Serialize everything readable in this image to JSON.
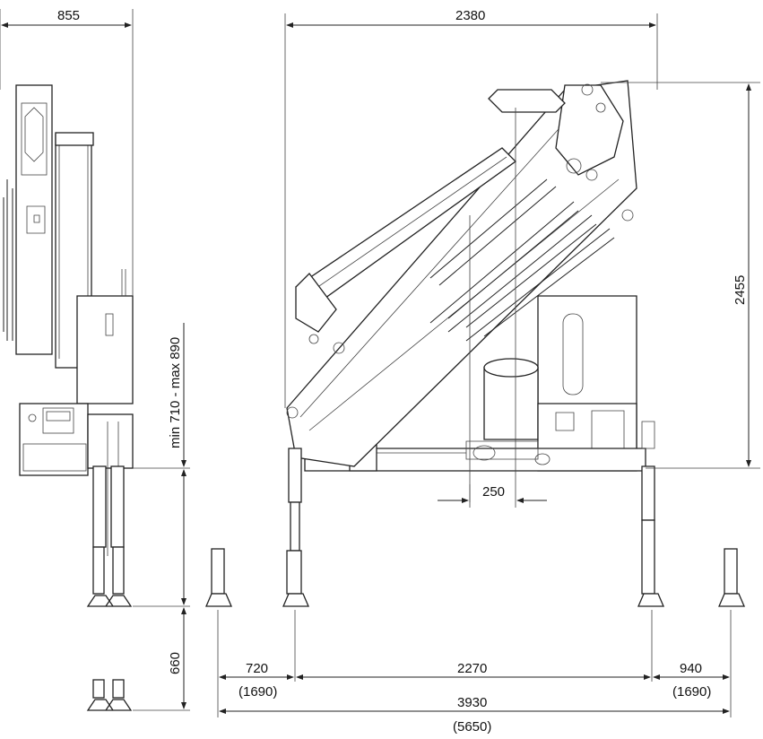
{
  "dimensions": {
    "side_width": "855",
    "front_width": "2380",
    "height_to_top": "2455",
    "stabilizer_range": "min 710 - max 890",
    "stabilizer_extension": "660",
    "center_offset": "250",
    "left_outrigger": "720",
    "left_outrigger_max": "(1690)",
    "base_span": "2270",
    "right_outrigger": "940",
    "right_outrigger_max": "(1690)",
    "total_span": "3930",
    "total_span_max": "(5650)"
  },
  "colors": {
    "line": "#222222",
    "background": "#ffffff"
  }
}
